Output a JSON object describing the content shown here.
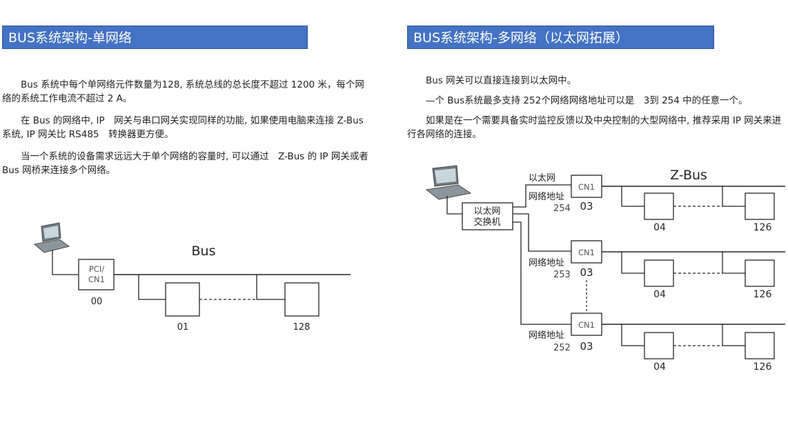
{
  "left": {
    "title": "BUS系统架构-单网络",
    "paragraphs": [
      "Bus 系统中每个单网络元件数量为128, 系统总线的总长度不超过 1200 米，每个网络的系统工作电流不超过 2 A。",
      "在 Bus 的网络中, IP　网关与串口网关实现同样的功能, 如果使用电脑来连接 Z-Bus 系统, IP 网关比 RS485　转换器更方便。",
      "当一个系统的设备需求远远大于单个网络的容量时, 可以通过　Z-Bus 的 IP 网关或者 Bus 网桥来连接多个网络。"
    ],
    "diagram": {
      "bus_label": "Bus",
      "gateway_label_line1": "PCI/",
      "gateway_label_line2": "CN1",
      "gateway_addr": "00",
      "device_first": "01",
      "device_last": "128",
      "laptop_icon": "laptop-icon"
    }
  },
  "right": {
    "title": "BUS系统架构-多网络（以太网拓展）",
    "paragraphs": [
      "Bus 网关可以直接连接到以太网中。",
      "—个 Bus系统最多支持 252个网络网络地址可以是　3到 254 中的任意一个。",
      "如果是在一个需要具备实时监控反馈以及中央控制的大型网络中, 推荐采用 IP 网关来进行各网络的连接。"
    ],
    "diagram": {
      "zbus_label": "Z-Bus",
      "ethernet_label": "以太网",
      "switch_line1": "以太网",
      "switch_line2": "交换机",
      "net_addr_label": "网络地址",
      "networks": [
        {
          "cn": "CN1",
          "addr": "254",
          "gw": "03",
          "dev_first": "04",
          "dev_last": "126"
        },
        {
          "cn": "CN1",
          "addr": "253",
          "gw": "03",
          "dev_first": "04",
          "dev_last": "126"
        },
        {
          "cn": "CN1",
          "addr": "252",
          "gw": "03",
          "dev_first": "04",
          "dev_last": "126"
        }
      ],
      "laptop_icon": "laptop-icon"
    }
  }
}
